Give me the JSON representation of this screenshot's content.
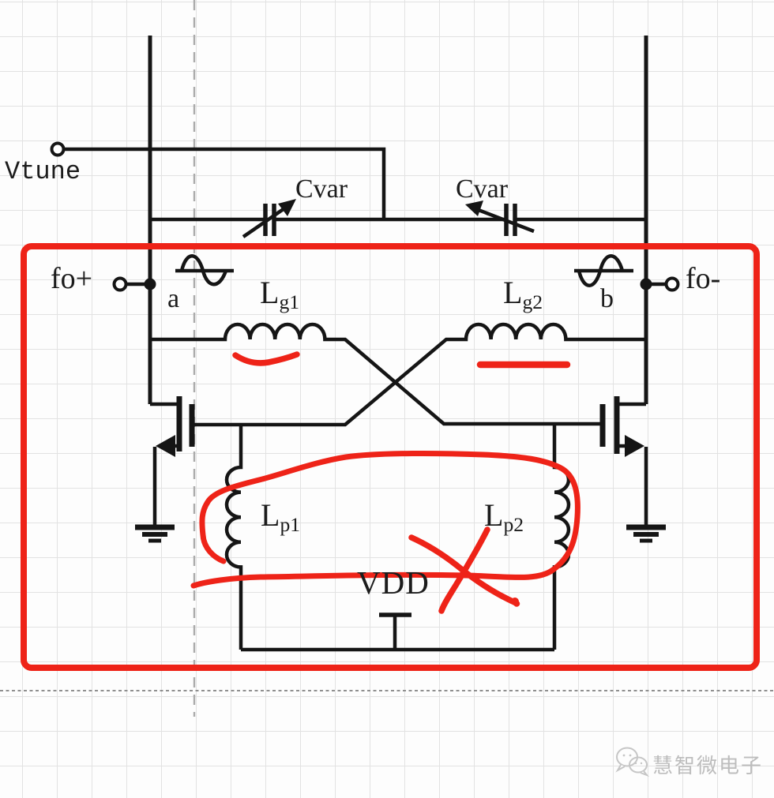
{
  "canvas": {
    "background": "#fdfdfd",
    "grid_color": "#e2e2e2",
    "wire_color": "#151515",
    "annotation_color": "#ee2318",
    "guide_dash_color": "#ababab",
    "page_break_color": "#8f8f8f",
    "watermark_color": "#bdbdbd"
  },
  "labels": {
    "vtune": "Vtune",
    "cvar_left": "Cvar",
    "cvar_right": "Cvar",
    "fo_plus": "fo+",
    "fo_minus": "fo-",
    "node_a": "a",
    "node_b": "b",
    "lg1_main": "L",
    "lg1_sub": "g1",
    "lg2_main": "L",
    "lg2_sub": "g2",
    "lp1_main": "L",
    "lp1_sub": "p1",
    "lp2_main": "L",
    "lp2_sub": "p2",
    "vdd": "VDD"
  },
  "watermark": {
    "text": "慧智微电子",
    "icon": "wechat-logo-icon"
  }
}
